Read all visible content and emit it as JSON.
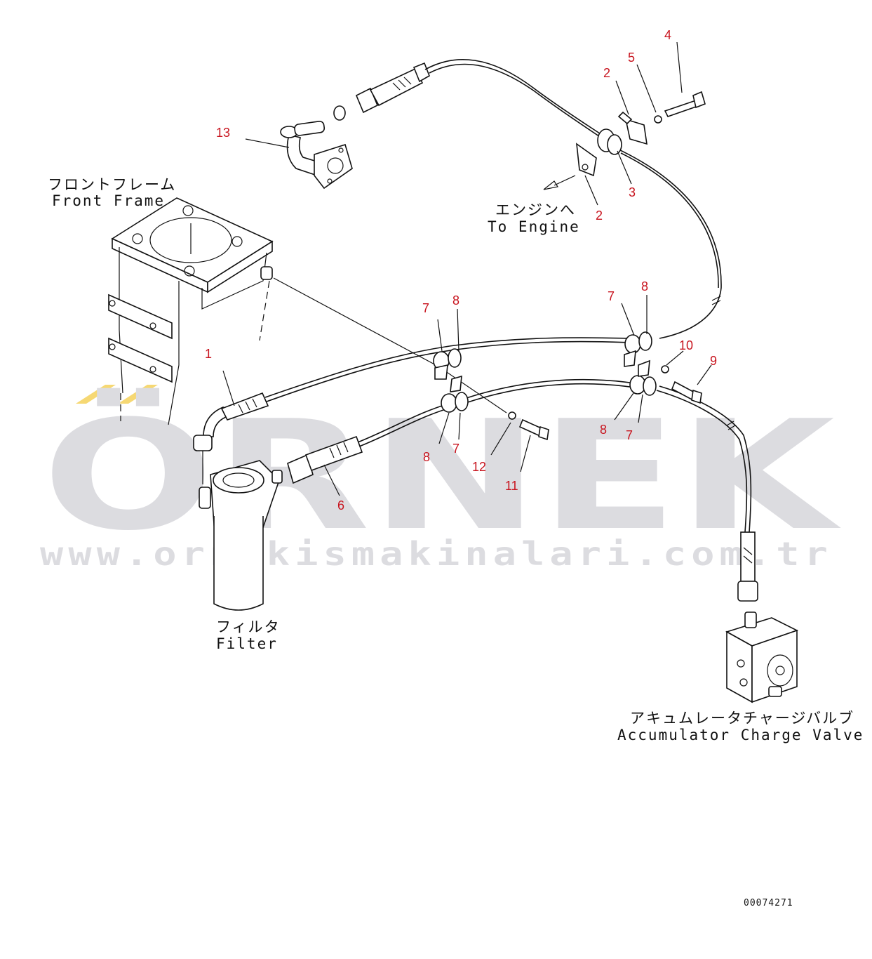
{
  "watermark": {
    "brand": "ÖRNEK",
    "url": "www.ornekismakinalari.com.tr",
    "accent_color": "#f6d873",
    "text_color": "#dcdce0"
  },
  "component_labels": {
    "front_frame_jp": "フロントフレーム",
    "front_frame_en": "Front Frame",
    "to_engine_jp": "エンジンへ",
    "to_engine_en": "To Engine",
    "filter_jp": "フィルタ",
    "filter_en": "Filter",
    "accumulator_jp": "アキュムレータチャージバルブ",
    "accumulator_en": "Accumulator Charge Valve"
  },
  "callouts": [
    {
      "id": "c4",
      "text": "4"
    },
    {
      "id": "c5",
      "text": "5"
    },
    {
      "id": "c2a",
      "text": "2"
    },
    {
      "id": "c13",
      "text": "13"
    },
    {
      "id": "c3",
      "text": "3"
    },
    {
      "id": "c2b",
      "text": "2"
    },
    {
      "id": "c8a",
      "text": "8"
    },
    {
      "id": "c7a",
      "text": "7"
    },
    {
      "id": "c7b",
      "text": "7"
    },
    {
      "id": "c8b",
      "text": "8"
    },
    {
      "id": "c10",
      "text": "10"
    },
    {
      "id": "c9",
      "text": "9"
    },
    {
      "id": "c1",
      "text": "1"
    },
    {
      "id": "c8c",
      "text": "8"
    },
    {
      "id": "c7c",
      "text": "7"
    },
    {
      "id": "c8d",
      "text": "8"
    },
    {
      "id": "c7d",
      "text": "7"
    },
    {
      "id": "c12",
      "text": "12"
    },
    {
      "id": "c11",
      "text": "11"
    },
    {
      "id": "c6",
      "text": "6"
    }
  ],
  "callout_color": "#c8141e",
  "document_id": "00074271"
}
